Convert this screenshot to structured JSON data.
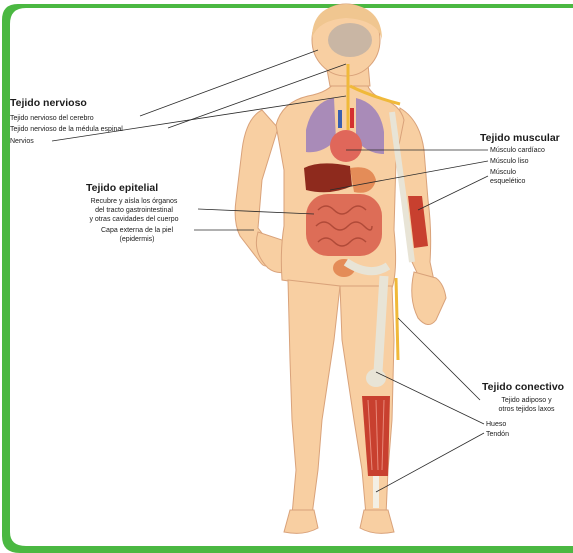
{
  "colors": {
    "frame_green": "#4bb842",
    "skin": "#f8cfa2",
    "skin_outline": "#d9a27a",
    "hair": "#f0c690",
    "brain": "#c9b6a4",
    "lungs": "#a98bb8",
    "heart": "#e0675a",
    "liver": "#8e2a1d",
    "intestine": "#dd6d57",
    "bone": "#e8e4d6",
    "muscle": "#c8402f",
    "adipose": "#f0b93a",
    "leader_line": "#2b2b2b"
  },
  "nervous": {
    "heading": "Tejido nervioso",
    "brain": "Tejido nervioso del cerebro",
    "spinal": "Tejido nervioso de la médula espinal",
    "nerves": "Nervios"
  },
  "epithelial": {
    "heading": "Tejido epitelial",
    "line1": "Recubre y aísla los órganos",
    "line2": "del tracto gastrointestinal",
    "line3": "y otras cavidades del cuerpo",
    "line4": "Capa externa de la piel",
    "line5": "(epidermis)"
  },
  "muscular": {
    "heading": "Tejido muscular",
    "cardiac": "Músculo cardíaco",
    "smooth": "Músculo liso",
    "skeletal1": "Músculo",
    "skeletal2": "esquelético"
  },
  "connective": {
    "heading": "Tejido conectivo",
    "adipose1": "Tejido adiposo y",
    "adipose2": "otros tejidos laxos",
    "bone": "Hueso",
    "tendon": "Tendón"
  }
}
